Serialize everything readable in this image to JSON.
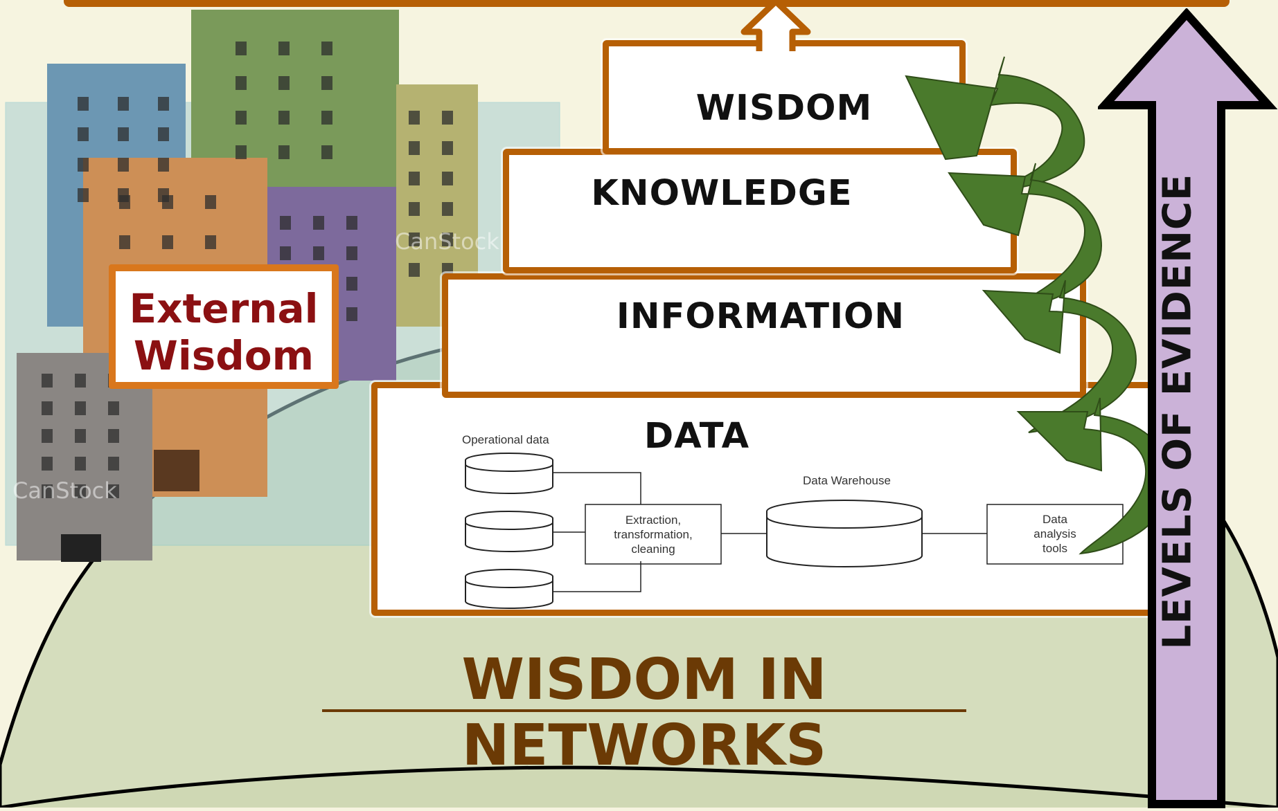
{
  "pyramid": {
    "levels": [
      {
        "id": "wisdom",
        "label": "WISDOM"
      },
      {
        "id": "knowledge",
        "label": "KNOWLEDGE"
      },
      {
        "id": "information",
        "label": "INFORMATION"
      },
      {
        "id": "data",
        "label": "DATA"
      }
    ]
  },
  "data_warehouse": {
    "operational_label": "Operational data",
    "warehouse_label": "Data Warehouse",
    "etl_lines": [
      "Extraction,",
      "transformation,",
      "cleaning"
    ],
    "tools_lines": [
      "Data",
      "analysis",
      "tools"
    ]
  },
  "external": {
    "line1": "External",
    "line2": "Wisdom"
  },
  "buildings": {
    "watermark": "CanStock"
  },
  "title": "WISDOM IN NETWORKS",
  "axis_label": "LEVELS OF EVIDENCE",
  "colors": {
    "tier_border": "#b65f05",
    "arrow_green": "#4a7a2c",
    "evidence_arrow": "#cbb2d8",
    "external_text": "#8b1012",
    "title": "#6b3a05",
    "ground": "#d5ddbd"
  }
}
